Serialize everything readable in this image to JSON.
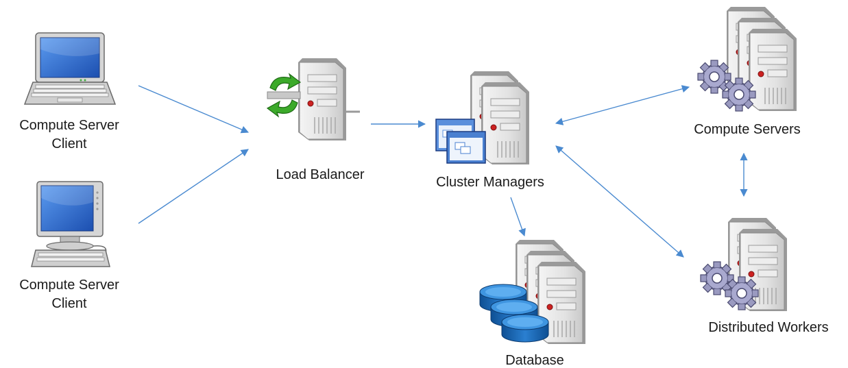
{
  "nodes": {
    "client_top": {
      "line1": "Compute Server",
      "line2": "Client"
    },
    "client_bottom": {
      "line1": "Compute Server",
      "line2": "Client"
    },
    "load_balancer": {
      "label": "Load Balancer"
    },
    "cluster_managers": {
      "label": "Cluster Managers"
    },
    "compute_servers": {
      "label": "Compute Servers"
    },
    "distributed_workers": {
      "label": "Distributed Workers"
    },
    "database": {
      "label": "Database"
    }
  },
  "colors": {
    "arrow": "#4a8ad0",
    "screen": "#2f6fd6",
    "server_body": "#e8e8e8",
    "led": "#cc2222",
    "gear": "#8f8fb8",
    "db": "#1f6fb8",
    "recycle": "#3caa2a"
  }
}
